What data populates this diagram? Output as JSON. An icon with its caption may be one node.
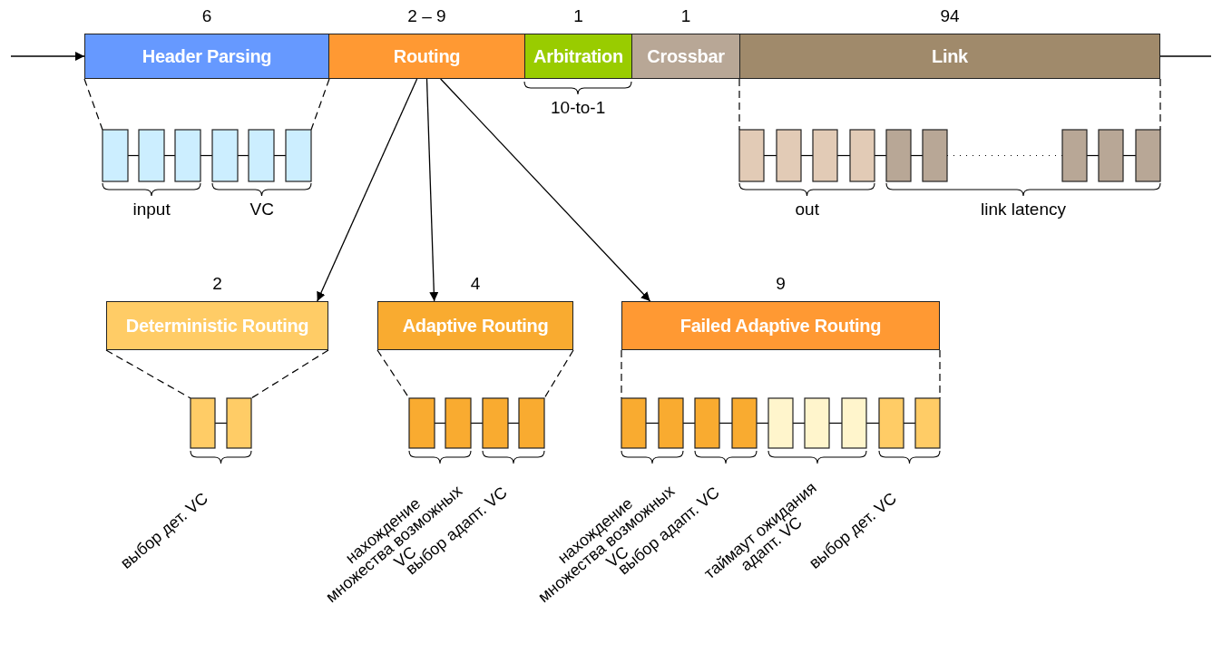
{
  "diagram": {
    "nodes": [
      {
        "text": [
          "Header Parsing"
        ],
        "beside": [
          "6"
        ]
      },
      {
        "text": [
          "Routing"
        ],
        "beside": [
          "2 – 9"
        ]
      },
      {
        "text": [
          "Arbitration"
        ],
        "beside": [
          "1"
        ]
      },
      {
        "text": [
          "Crossbar"
        ],
        "beside": [
          "1"
        ]
      },
      {
        "text": [
          "Link"
        ],
        "beside": [
          "94"
        ]
      },
      {
        "text": [
          "Deterministic Routing"
        ],
        "beside": [
          "2"
        ]
      },
      {
        "text": [
          "Adaptive Routing"
        ],
        "beside": [
          "4"
        ]
      },
      {
        "text": [
          "Failed Adaptive Routing"
        ],
        "beside": [
          "9"
        ]
      }
    ],
    "edges": [
      {
        "from": null,
        "to": 0,
        "arrow": "to"
      },
      {
        "from": 4,
        "to": null,
        "arrow": "none"
      },
      {
        "from": 1,
        "to": 5,
        "arrow": "to"
      },
      {
        "from": 1,
        "to": 6,
        "arrow": "to"
      },
      {
        "from": 1,
        "to": 7,
        "arrow": "to"
      }
    ],
    "labels": [
      "10-to-1",
      "input",
      "VC",
      "out",
      "link latency",
      "выбор дет. VC",
      "нахождение множества возможных VC",
      "выбор адапт. VC",
      "нахождение множества возможных VC",
      "выбор адапт. VC",
      "таймаут ожидания адапт. VC",
      "выбор дет. VC"
    ]
  }
}
